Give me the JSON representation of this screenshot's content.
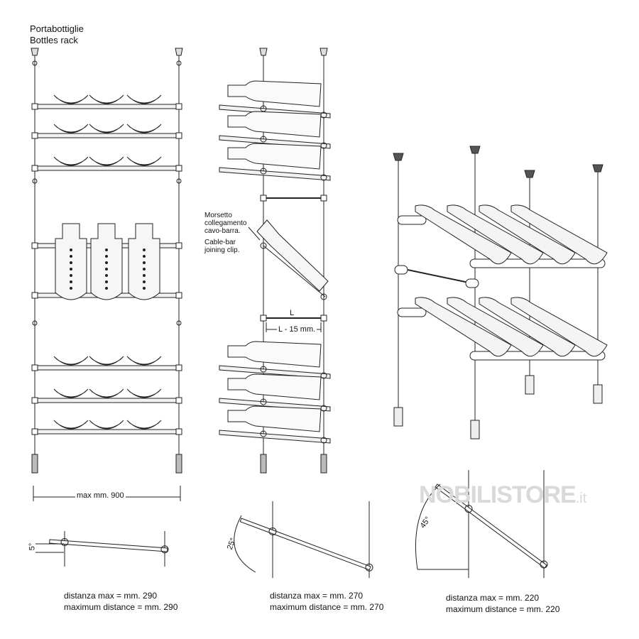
{
  "title": {
    "it": "Portabottiglie",
    "en": "Bottles rack"
  },
  "callout": {
    "it_1": "Morsetto",
    "it_2": "collegamento",
    "it_3": "cavo-barra.",
    "en_1": "Cable-bar",
    "en_2": "joining clip."
  },
  "dimensions": {
    "width": "max mm. 900",
    "bar": "L",
    "bar_minus": "L - 15 mm."
  },
  "angles": {
    "a1": "5°",
    "a2": "25°",
    "a3": "45°"
  },
  "captions": [
    {
      "it": "distanza max = mm. 290",
      "en": "maximum distance = mm. 290"
    },
    {
      "it": "distanza max = mm. 270",
      "en": "maximum distance = mm. 270"
    },
    {
      "it": "distanza max = mm. 220",
      "en": "maximum distance = mm. 220"
    }
  ],
  "watermark": {
    "brand": "NOBILISTORE",
    "tld": ".it"
  }
}
